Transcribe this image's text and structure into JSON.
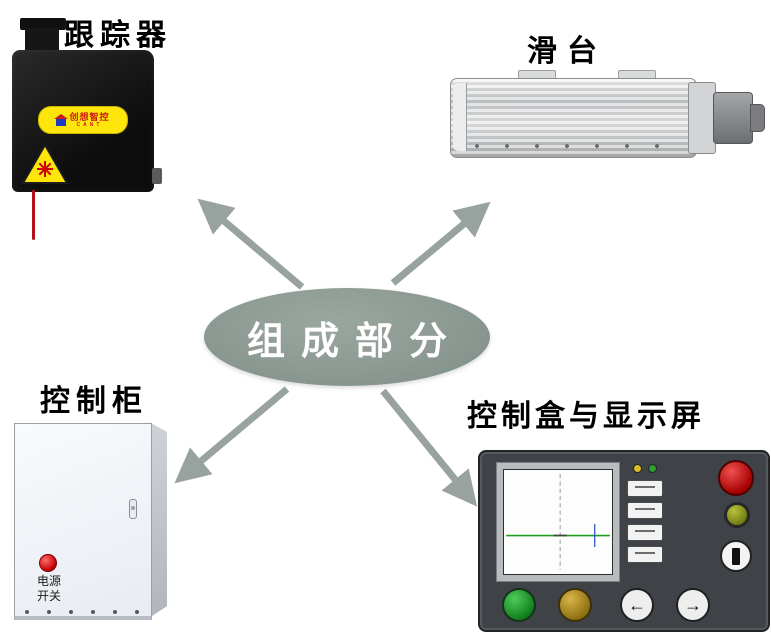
{
  "diagram": {
    "center_label": "组成部分"
  },
  "labels": {
    "tracker": "跟踪器",
    "slide": "滑台",
    "cabinet": "控制柜",
    "control_box": "控制盒与显示屏"
  },
  "tracker": {
    "brand": "创想智控",
    "brand_sub": "CANT"
  },
  "cabinet": {
    "power_line1": "电源",
    "power_line2": "开关"
  },
  "icons": {
    "left_arrow": "←",
    "right_arrow": "→"
  },
  "colors": {
    "center_ellipse": "#8c9a93",
    "arrow": "#98a29e",
    "tracker_body": "#161616",
    "brand_yellow": "#ffe60a",
    "brand_red": "#d01818",
    "power_button_red": "#c40000",
    "panel_dark": "#3f4347",
    "estop_red": "#a30000",
    "start_green": "#0f7a1a",
    "amber": "#8a6d10",
    "screen_line_green": "#1f9e1f"
  }
}
